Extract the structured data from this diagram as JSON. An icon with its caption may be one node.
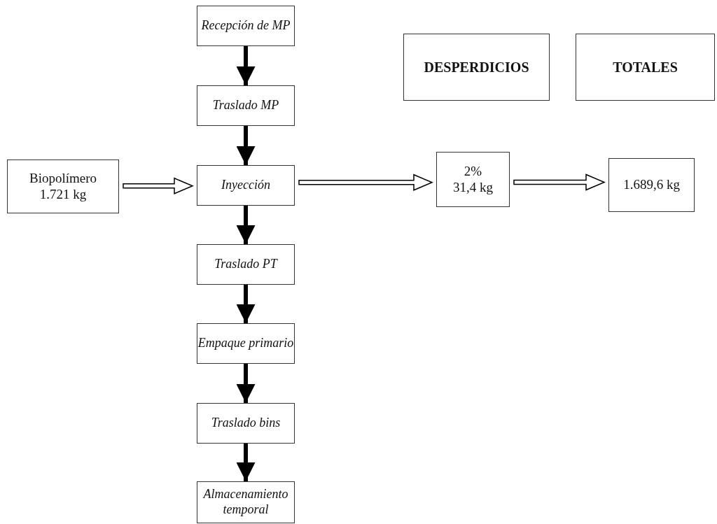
{
  "diagram": {
    "nodes": [
      {
        "text": [
          "Recepción de MP"
        ]
      },
      {
        "text": [
          "DESPERDICIOS"
        ]
      },
      {
        "text": [
          "TOTALES"
        ]
      },
      {
        "text": [
          "Traslado MP"
        ]
      },
      {
        "text": [
          "Biopolímero",
          "1.721 kg"
        ]
      },
      {
        "text": [
          "Inyección"
        ]
      },
      {
        "text": [
          "2%",
          "31,4 kg"
        ]
      },
      {
        "text": [
          "1.689,6 kg"
        ]
      },
      {
        "text": [
          "Traslado PT"
        ]
      },
      {
        "text": [
          "Empaque primario"
        ]
      },
      {
        "text": [
          "Traslado bins"
        ]
      },
      {
        "text": [
          "Almacenamiento temporal"
        ]
      }
    ],
    "edges": [
      {
        "from": 0,
        "to": 3,
        "arrow": "to"
      },
      {
        "from": 3,
        "to": 5,
        "arrow": "to"
      },
      {
        "from": 4,
        "to": 5,
        "arrow": "to"
      },
      {
        "from": 5,
        "to": 6,
        "arrow": "to"
      },
      {
        "from": 6,
        "to": 7,
        "arrow": "to"
      },
      {
        "from": 5,
        "to": 8,
        "arrow": "to"
      },
      {
        "from": 8,
        "to": 9,
        "arrow": "to"
      },
      {
        "from": 9,
        "to": 10,
        "arrow": "to"
      },
      {
        "from": 10,
        "to": 11,
        "arrow": "to"
      }
    ]
  }
}
